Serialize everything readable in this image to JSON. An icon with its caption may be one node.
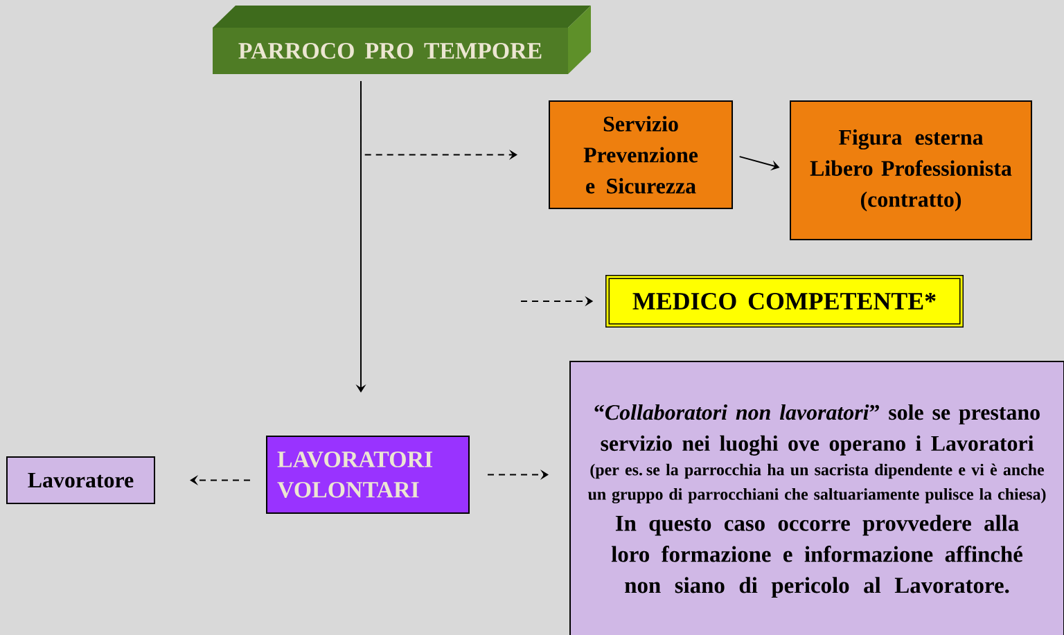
{
  "diagram": {
    "nodes": [
      {
        "text": [
          "PARROCO PRO TEMPORE"
        ]
      },
      {
        "text": [
          "Servizio Prevenzione e Sicurezza"
        ]
      },
      {
        "text": [
          "Figura esterna Libero Professionista (contratto)"
        ]
      },
      {
        "text": [
          "MEDICO COMPETENTE*"
        ]
      },
      {
        "text": [
          "Lavoratore"
        ]
      },
      {
        "text": [
          "LAVORATORI VOLONTARI"
        ]
      },
      {
        "text": [
          "“*Collaboratori non lavoratori*” sole se prestano servizio nei luoghi ove operano i Lavoratori",
          "(per es. se la parrocchia ha un sacrista dipendente e vi è anche un gruppo di parrocchiani che saltuariamente pulisce la chiesa)",
          "In questo caso occorre provvedere alla loro formazione e informazione affinché non siano di pericolo al Lavoratore."
        ]
      }
    ],
    "edges": [
      {
        "from": 0,
        "to": 5,
        "arrow": "to"
      },
      {
        "from": 0,
        "to": 1,
        "arrow": "to",
        "style": "dashed"
      },
      {
        "from": 1,
        "to": 2,
        "arrow": "to"
      },
      {
        "from": null,
        "to": 3,
        "arrow": "to",
        "style": "dashed"
      },
      {
        "from": 5,
        "to": 4,
        "arrow": "to",
        "style": "dashed"
      },
      {
        "from": 5,
        "to": 6,
        "arrow": "to",
        "style": "dashed"
      }
    ]
  }
}
